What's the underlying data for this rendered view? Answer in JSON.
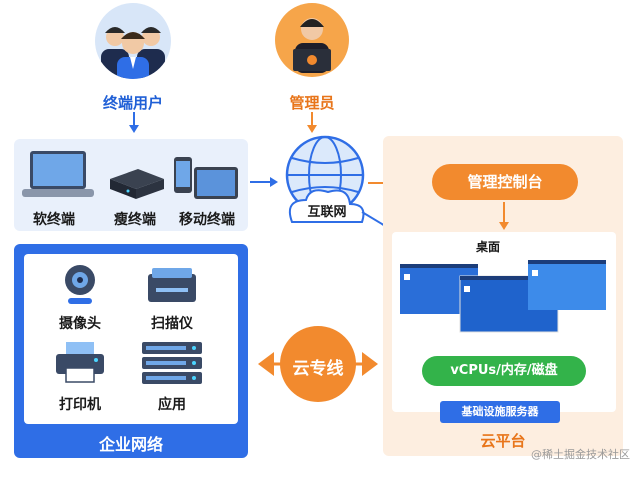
{
  "roles": {
    "end_users": "终端用户",
    "admin": "管理员"
  },
  "terminals": {
    "soft": "软终端",
    "thin": "瘦终端",
    "mobile": "移动终端"
  },
  "internet": "互联网",
  "console": "管理控制台",
  "desktop_label": "桌面",
  "resources": "vCPUs/内存/磁盘",
  "infra_server": "基础设施服务器",
  "cloud_platform": "云平台",
  "cloud_line": "云专线",
  "enterprise": {
    "title": "企业网络",
    "items": [
      "摄像头",
      "扫描仪",
      "打印机",
      "应用"
    ]
  },
  "watermark": "@稀土掘金技术社区",
  "colors": {
    "blue": "#2f6ee6",
    "orange": "#f28a2e",
    "green": "#33b34a",
    "light_blue_panel": "#e9f0fb",
    "light_orange_panel": "#fdeee0"
  }
}
